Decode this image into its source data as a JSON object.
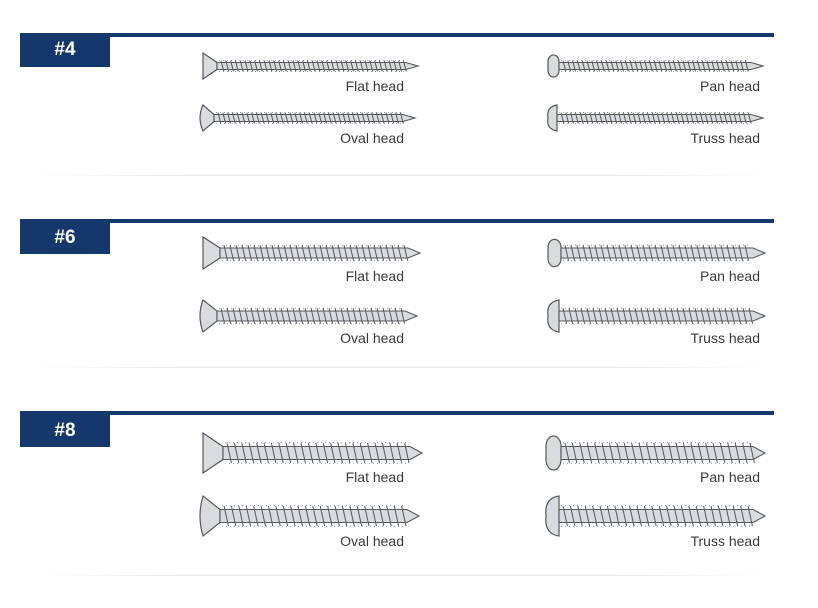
{
  "sections": [
    {
      "gauge": "#4",
      "items": [
        {
          "label": "Flat head",
          "head": "flat"
        },
        {
          "label": "Pan head",
          "head": "pan"
        },
        {
          "label": "Oval head",
          "head": "oval"
        },
        {
          "label": "Truss head",
          "head": "truss"
        }
      ]
    },
    {
      "gauge": "#6",
      "items": [
        {
          "label": "Flat head",
          "head": "flat"
        },
        {
          "label": "Pan head",
          "head": "pan"
        },
        {
          "label": "Oval head",
          "head": "oval"
        },
        {
          "label": "Truss head",
          "head": "truss"
        }
      ]
    },
    {
      "gauge": "#8",
      "items": [
        {
          "label": "Flat head",
          "head": "flat"
        },
        {
          "label": "Pan head",
          "head": "pan"
        },
        {
          "label": "Oval head",
          "head": "oval"
        },
        {
          "label": "Truss head",
          "head": "truss"
        }
      ]
    }
  ],
  "colors": {
    "brand": "#14386b",
    "screw_fill": "#d9dbde",
    "screw_stroke": "#55585c",
    "label": "#3a3a3a"
  }
}
